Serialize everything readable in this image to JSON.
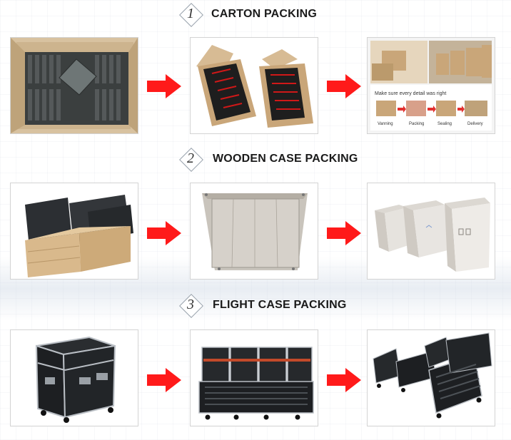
{
  "sections": [
    {
      "number": "1",
      "title": "CARTON PACKING"
    },
    {
      "number": "2",
      "title": "WOODEN CASE PACKING"
    },
    {
      "number": "3",
      "title": "FLIGHT CASE PACKING"
    }
  ],
  "carton_detail": {
    "heading": "Make sure every detail was right",
    "steps": [
      "Vanning",
      "Packing",
      "Sealing",
      "Delivery"
    ]
  },
  "colors": {
    "arrow": "#ff1a1a",
    "carton": "#c9a679",
    "wood": "#d9b98c",
    "panel": "#2c2f33",
    "flight_case": "#1d1f22",
    "aluminium": "#b9bec4"
  },
  "icons": [
    "arrow-right-icon"
  ]
}
